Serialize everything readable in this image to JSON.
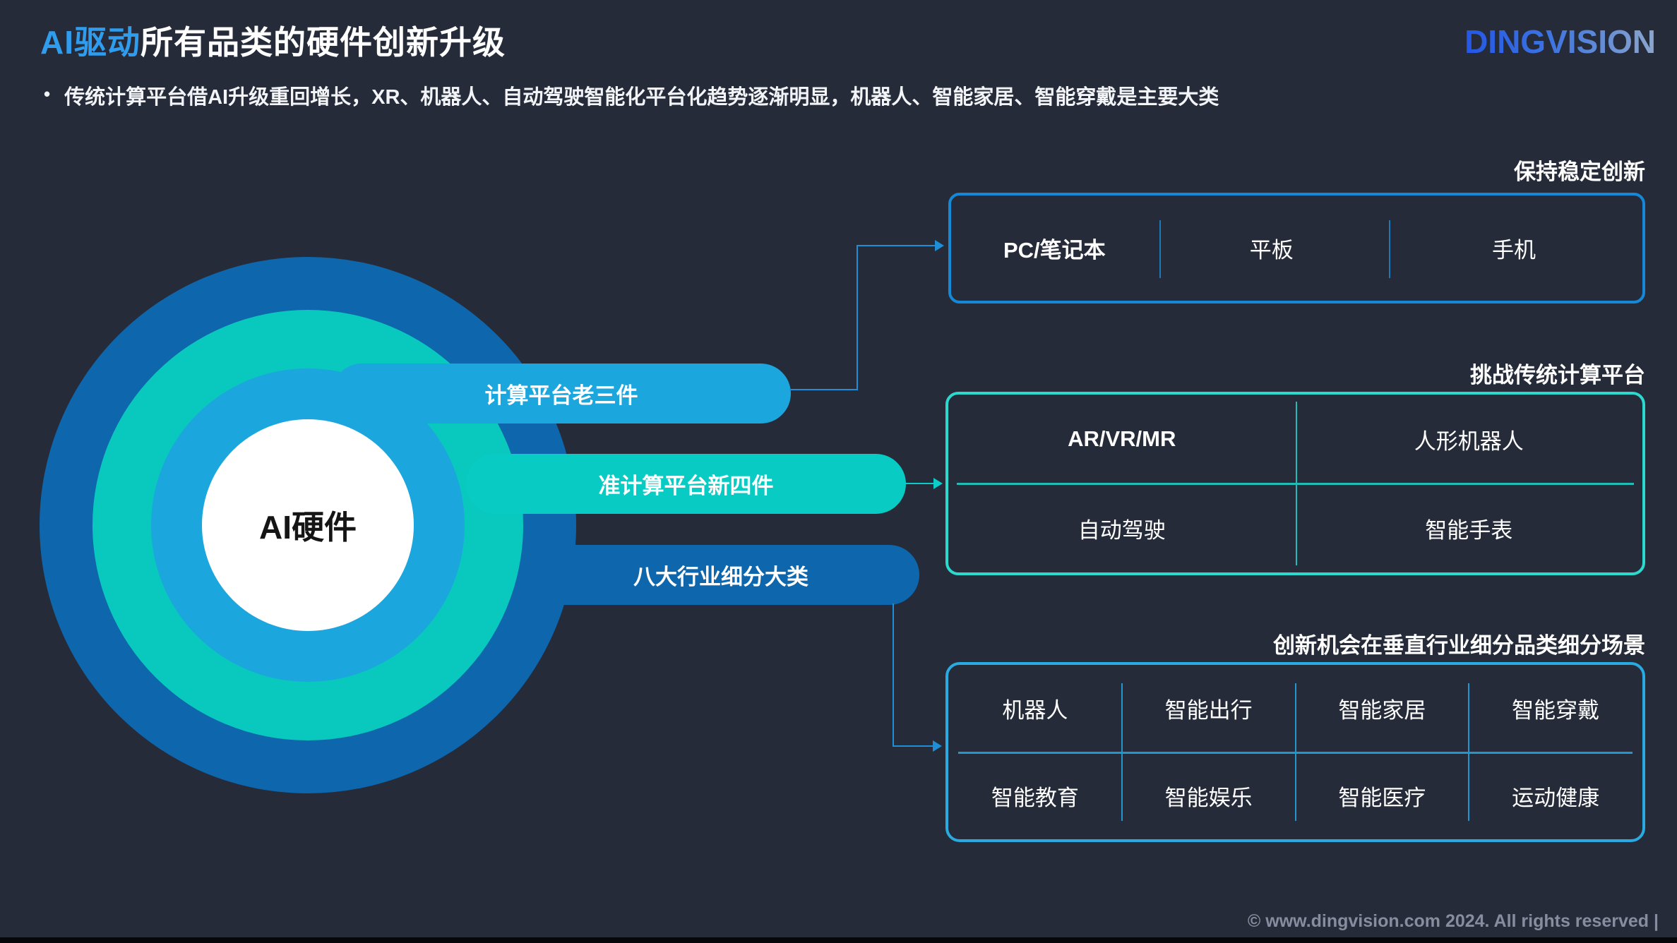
{
  "title": {
    "accent": "AI驱动",
    "rest": "所有品类的硬件创新升级"
  },
  "bullet": {
    "marker": "•",
    "text": "传统计算平台借AI升级重回增长，XR、机器人、自动驾驶智能化平台化趋势逐渐明显，机器人、智能家居、智能穿戴是主要大类"
  },
  "logo": "DINGVISION",
  "center_circle": {
    "label": "AI硬件"
  },
  "bands": [
    {
      "label": "计算平台老三件"
    },
    {
      "label": "准计算平台新四件"
    },
    {
      "label": "八大行业细分大类"
    }
  ],
  "sections": [
    {
      "caption": "保持稳定创新",
      "cells": [
        "PC/笔记本",
        "平板",
        "手机"
      ]
    },
    {
      "caption": "挑战传统计算平台",
      "cells": [
        "AR/VR/MR",
        "人形机器人",
        "自动驾驶",
        "智能手表"
      ]
    },
    {
      "caption": "创新机会在垂直行业细分品类细分场景",
      "cells": [
        "机器人",
        "智能出行",
        "智能家居",
        "智能穿戴",
        "智能教育",
        "智能娱乐",
        "智能医疗",
        "运动健康"
      ]
    }
  ],
  "footer": "© www.dingvision.com 2024. All rights reserved |",
  "colors": {
    "background": "#262B39",
    "title_accent": "#2F9CEE",
    "ring_outer_blue": "#0E66AC",
    "ring_teal": "#09C8BE",
    "ring_light_blue": "#1BA6DE",
    "box1_border": "#1588D8",
    "box2_border": "#2BD9CF",
    "box3_border": "#29ABE2",
    "connector_blue": "#1E8FD6",
    "connector_teal": "#0ACDC8",
    "logo_gradient_start": "#2457E6",
    "logo_gradient_end": "#8CA6CC",
    "footer_text": "#878D9E"
  }
}
